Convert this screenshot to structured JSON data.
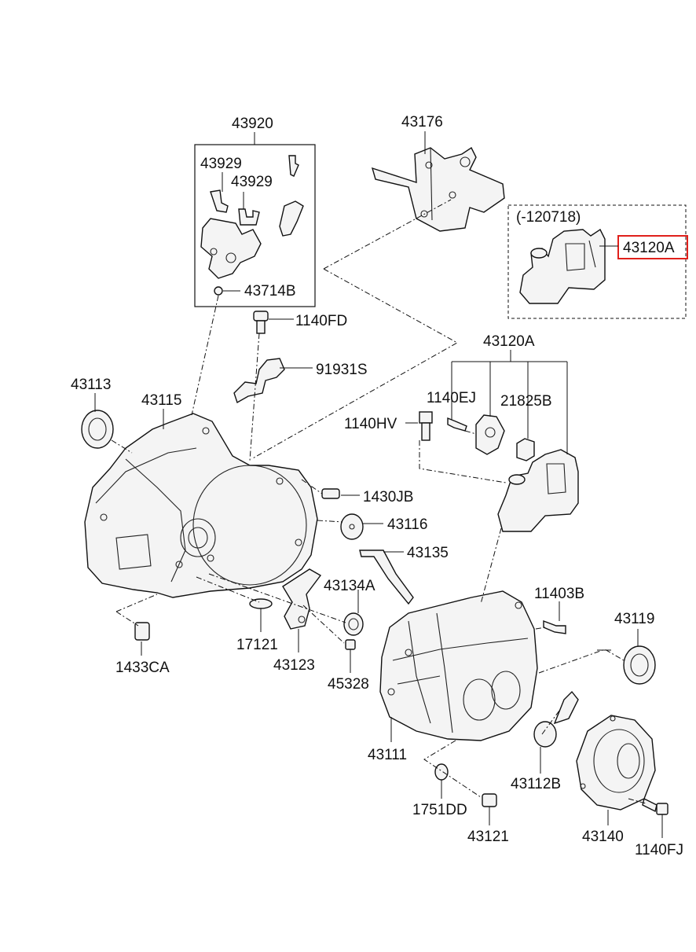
{
  "highlight_color": "#e0201b",
  "parts": {
    "p43920": "43920",
    "p43929a": "43929",
    "p43929b": "43929",
    "p43714b": "43714B",
    "p43176": "43176",
    "supersede": "(-120718)",
    "p43120a_top": "43120A",
    "p1140fd": "1140FD",
    "p91931s": "91931S",
    "p43120a": "43120A",
    "p1140ej": "1140EJ",
    "p21825b": "21825B",
    "p1140hv": "1140HV",
    "p43113": "43113",
    "p43115": "43115",
    "p1430jb": "1430JB",
    "p43116": "43116",
    "p43135": "43135",
    "p43134a": "43134A",
    "p11403b": "11403B",
    "p43119": "43119",
    "p17121": "17121",
    "p43123": "43123",
    "p1433ca": "1433CA",
    "p45328": "45328",
    "p43111": "43111",
    "p43112b": "43112B",
    "p1751dd": "1751DD",
    "p43121": "43121",
    "p43140": "43140",
    "p1140fj": "1140FJ"
  }
}
